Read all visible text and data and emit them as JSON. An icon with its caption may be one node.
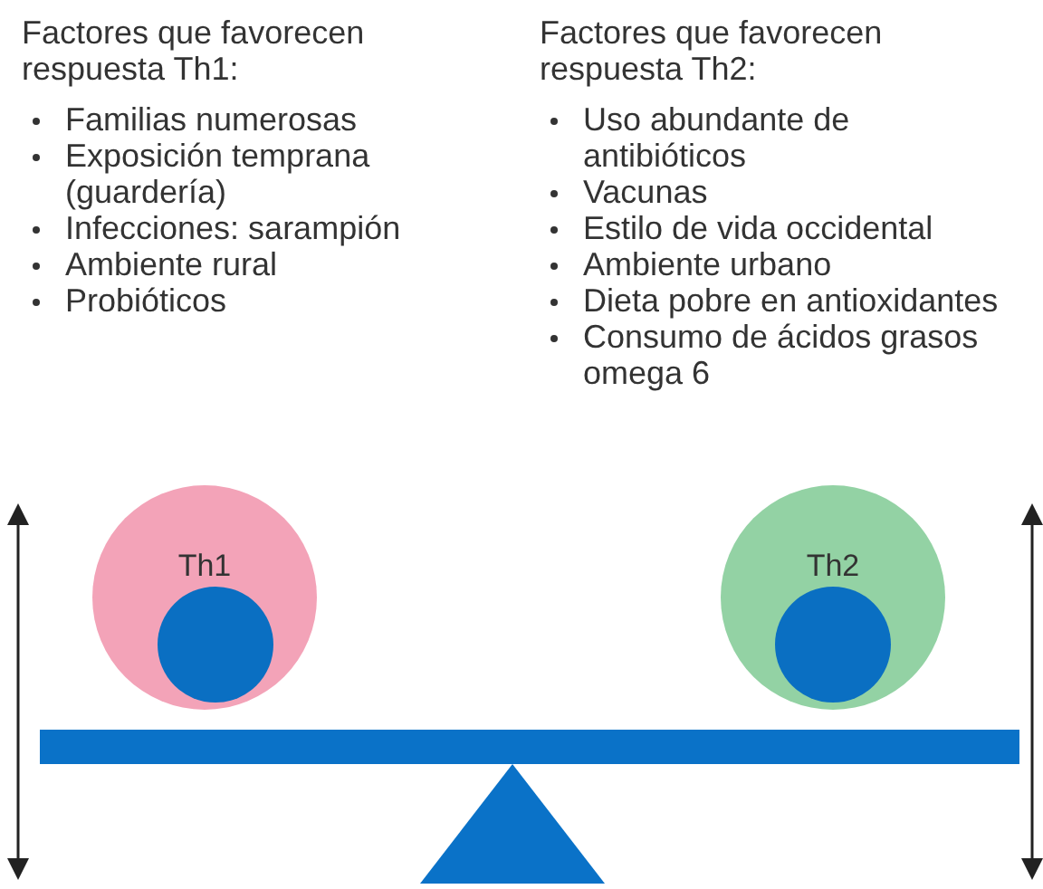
{
  "diagram": {
    "nodes": [
      {
        "text": [
          "Th1"
        ]
      },
      {
        "text": [],
        "shape": "circle",
        "in": 0
      },
      {
        "text": [
          "Th2"
        ]
      },
      {
        "text": [],
        "shape": "circle",
        "in": 2
      }
    ],
    "labels": [
      "Factores que favorecen respuesta Th1:",
      "Familias numerosas",
      "Exposición temprana (guardería)",
      "Infecciones: sarampión",
      "Ambiente rural",
      "Probióticos",
      "Factores que favorecen respuesta Th2:",
      "Uso abundante de antibióticos",
      "Vacunas",
      "Estilo de vida occidental",
      "Ambiente urbano",
      "Dieta pobre en antioxidantes",
      "Consumo de ácidos grasos omega 6"
    ]
  }
}
